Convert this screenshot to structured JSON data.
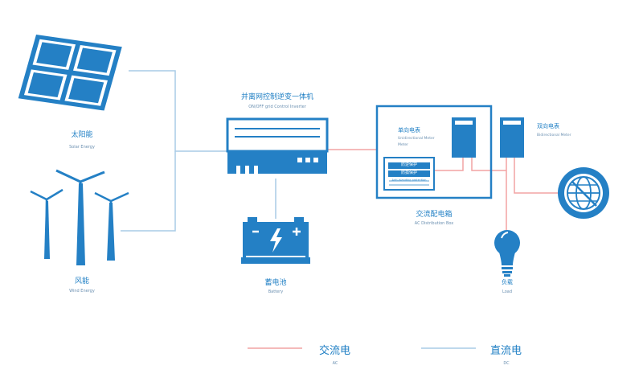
{
  "colors": {
    "blue": "#1f7fc4",
    "ac_line": "#f2a3a3",
    "dc_line": "#a9cbe6"
  },
  "solar": {
    "label_cn": "太阳能",
    "label_en": "Solar Energy",
    "icon": "solar-panel-icon"
  },
  "wind": {
    "label_cn": "风能",
    "label_en": "Wind Energy",
    "icon": "wind-turbine-icon"
  },
  "inverter": {
    "label_cn": "并离网控制逆变一体机",
    "label_en": "ON/OFF grid Control Inverter",
    "icon": "inverter-icon"
  },
  "battery": {
    "label_cn": "蓄电池",
    "label_en": "Battery",
    "icon": "battery-icon"
  },
  "distribution": {
    "label_cn": "交流配电箱",
    "label_en": "AC Distribution Box",
    "uni_meter_cn": "单向电表",
    "uni_meter_en": "Unidirectional Meter",
    "protect_1": "防逆保护",
    "protect_2": "防孤保护",
    "protect_en": "Anti-islanding protection",
    "icon": "distribution-box-icon"
  },
  "bi_meter": {
    "label_cn": "双向电表",
    "label_en": "Bidirectional Meter",
    "icon": "meter-icon"
  },
  "grid": {
    "icon": "grid-globe-icon"
  },
  "load": {
    "label_cn": "负载",
    "label_en": "Load",
    "icon": "bulb-icon"
  },
  "legend": {
    "ac_cn": "交流电",
    "ac_en": "AC",
    "dc_cn": "直流电",
    "dc_en": "DC"
  }
}
